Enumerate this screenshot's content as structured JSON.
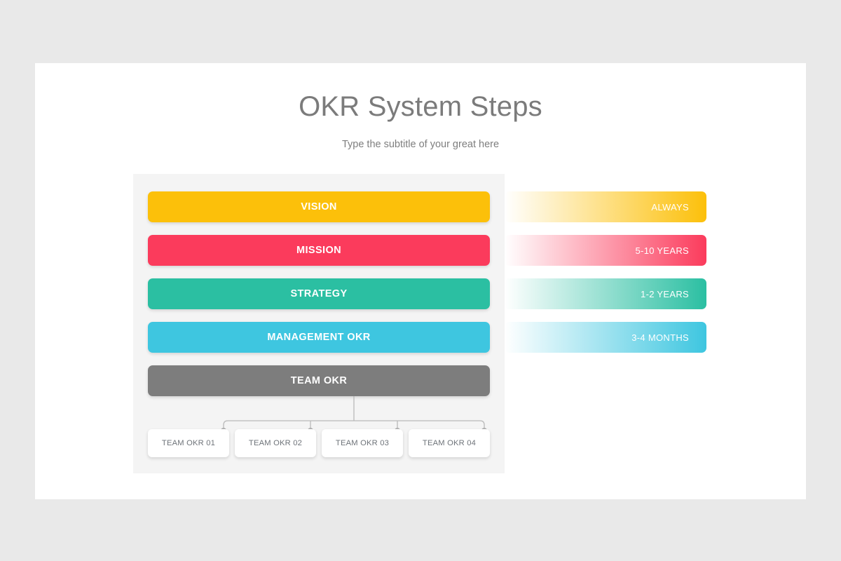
{
  "slide": {
    "title": "OKR System Steps",
    "subtitle": "Type the subtitle of your great here"
  },
  "colors": {
    "background": "#e9e9e9",
    "slide": "#ffffff",
    "panel": "#f4f4f4",
    "title_text": "#7b7b7b",
    "subtitle_text": "#7e7e7e",
    "card_text": "#6e7379",
    "connector_line": "#b9b9b9",
    "connector_dot": "#b2b2b2"
  },
  "steps": [
    {
      "label": "VISION",
      "color": "#fcc00a",
      "duration": "ALWAYS"
    },
    {
      "label": "MISSION",
      "color": "#fb3b5c",
      "duration": "5-10 YEARS"
    },
    {
      "label": "STRATEGY",
      "color": "#2bbfa2",
      "duration": "1-2 YEARS"
    },
    {
      "label": "MANAGEMENT OKR",
      "color": "#3ec6e0",
      "duration": "3-4 MONTHS"
    },
    {
      "label": "TEAM OKR",
      "color": "#7d7d7d",
      "duration": ""
    }
  ],
  "team_cards": [
    {
      "label": "TEAM OKR 01"
    },
    {
      "label": "TEAM OKR 02"
    },
    {
      "label": "TEAM OKR 03"
    },
    {
      "label": "TEAM OKR 04"
    }
  ]
}
